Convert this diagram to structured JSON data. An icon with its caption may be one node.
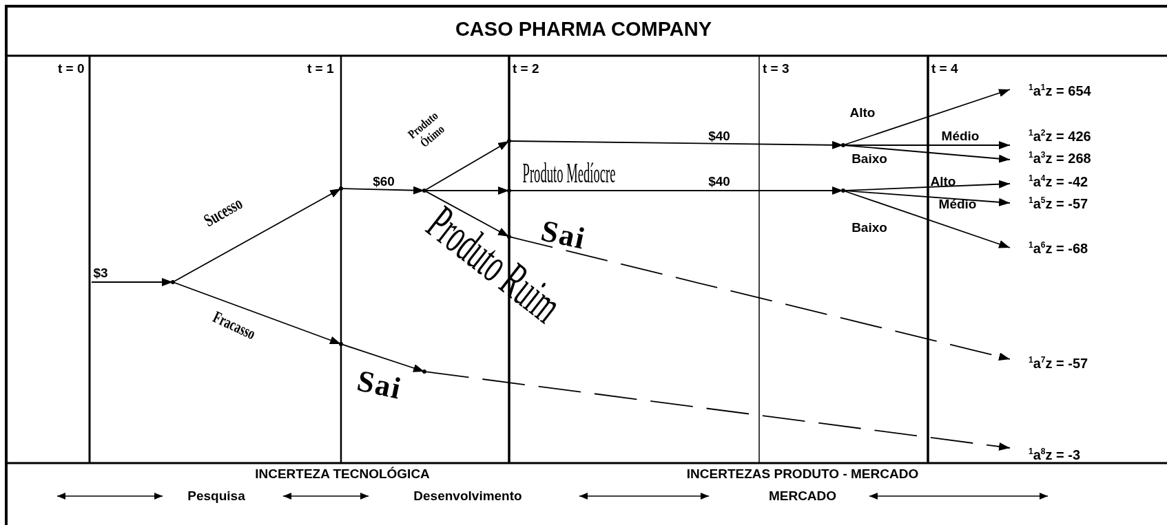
{
  "diagram": {
    "title": "CASO PHARMA COMPANY",
    "nodes": [
      {
        "text": [],
        "shape": "point"
      },
      {
        "text": [],
        "shape": "point"
      },
      {
        "text": [],
        "shape": "point"
      },
      {
        "text": [],
        "shape": "point"
      },
      {
        "text": [],
        "shape": "point"
      },
      {
        "text": [],
        "shape": "point"
      },
      {
        "text": [],
        "shape": "point"
      },
      {
        "text": [],
        "shape": "point"
      },
      {
        "text": [],
        "shape": "point"
      },
      {
        "text": [],
        "shape": "point"
      },
      {
        "text": [
          "$^{1}$a$^{1}$z = 654"
        ]
      },
      {
        "text": [
          "$^{1}$a$^{2}$z = 426"
        ]
      },
      {
        "text": [
          "$^{1}$a$^{3}$z = 268"
        ]
      },
      {
        "text": [
          "$^{1}$a$^{4}$z = -42"
        ]
      },
      {
        "text": [
          "$^{1}$a$^{5}$z = -57"
        ]
      },
      {
        "text": [
          "$^{1}$a$^{6}$z = -68"
        ]
      },
      {
        "text": [
          "$^{1}$a$^{7}$z = -57"
        ]
      },
      {
        "text": [
          "$^{1}$a$^{8}$z = -3"
        ]
      }
    ],
    "edges": [
      {
        "from": null,
        "to": 0,
        "arrow": "to",
        "label": "$3"
      },
      {
        "from": 0,
        "to": 1,
        "arrow": "to",
        "label": "Sucesso"
      },
      {
        "from": 0,
        "to": 2,
        "arrow": "to",
        "label": "Fracasso"
      },
      {
        "from": 1,
        "to": 3,
        "arrow": "to",
        "label": "$60"
      },
      {
        "from": 2,
        "to": 4,
        "arrow": "to",
        "label": "Sai"
      },
      {
        "from": 4,
        "to": 17,
        "arrow": "to",
        "style": "dashed"
      },
      {
        "from": 3,
        "to": 5,
        "arrow": "to",
        "label": "Produto Ótimo"
      },
      {
        "from": 3,
        "to": 6,
        "arrow": "to",
        "label": "Produto Medíocre"
      },
      {
        "from": 3,
        "to": 7,
        "arrow": "to",
        "label": "Produto Ruim"
      },
      {
        "from": 7,
        "to": 16,
        "arrow": "to",
        "style": "dashed",
        "label": "Sai"
      },
      {
        "from": 5,
        "to": 8,
        "arrow": "to",
        "label": "$40"
      },
      {
        "from": 6,
        "to": 9,
        "arrow": "to",
        "label": "$40"
      },
      {
        "from": 8,
        "to": 10,
        "arrow": "to",
        "label": "Alto"
      },
      {
        "from": 8,
        "to": 11,
        "arrow": "to",
        "label": "Médio"
      },
      {
        "from": 8,
        "to": 12,
        "arrow": "to",
        "label": "Baixo"
      },
      {
        "from": 9,
        "to": 13,
        "arrow": "to",
        "label": "Alto"
      },
      {
        "from": 9,
        "to": 14,
        "arrow": "to",
        "label": "Médio"
      },
      {
        "from": 9,
        "to": 15,
        "arrow": "to",
        "label": "Baixo"
      }
    ],
    "labels": [
      "t = 0",
      "t = 1",
      "t = 2",
      "t = 3",
      "t = 4",
      "INCERTEZA TECNOLÓGICA",
      "INCERTEZAS PRODUTO - MERCADO",
      "Pesquisa",
      "Desenvolvimento",
      "MERCADO"
    ]
  }
}
